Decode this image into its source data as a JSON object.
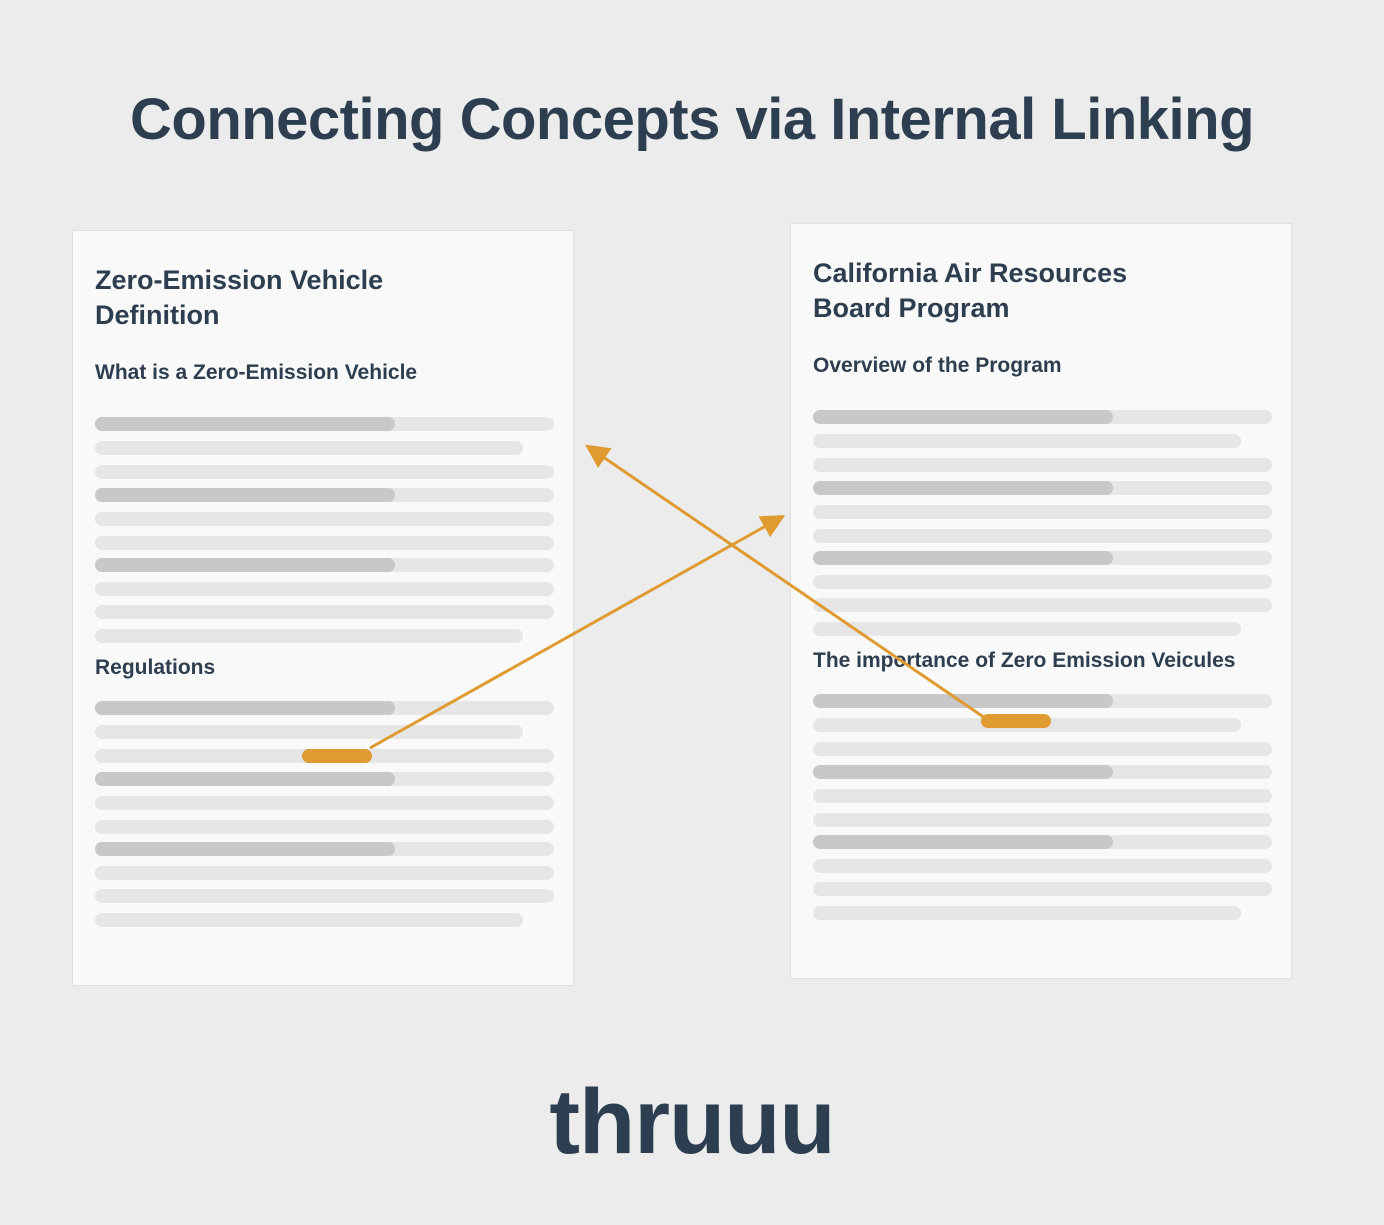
{
  "title": "Connecting Concepts via Internal Linking",
  "left_card": {
    "title": "Zero-Emission Vehicle\nDefinition",
    "sections": [
      {
        "heading": "What is a Zero-Emission Vehicle"
      },
      {
        "heading": "Regulations"
      }
    ]
  },
  "right_card": {
    "title": "California Air Resources\nBoard Program",
    "sections": [
      {
        "heading": "Overview of the Program"
      },
      {
        "heading": "The importance of Zero Emission Veicules"
      }
    ]
  },
  "links": [
    {
      "from": "Regulations section link (left card)",
      "to": "California Air Resources Board Program (right card)"
    },
    {
      "from": "The importance of Zero Emission Veicules section link (right card)",
      "to": "Zero-Emission Vehicle Definition (left card)"
    }
  ],
  "colors": {
    "background": "#ececec",
    "text": "#2c3e50",
    "accent": "#df9b31",
    "card": "#f9f9f9",
    "bar_light": "#e6e6e6",
    "bar_dark": "#c8c8c8"
  },
  "logo": "thruuu"
}
